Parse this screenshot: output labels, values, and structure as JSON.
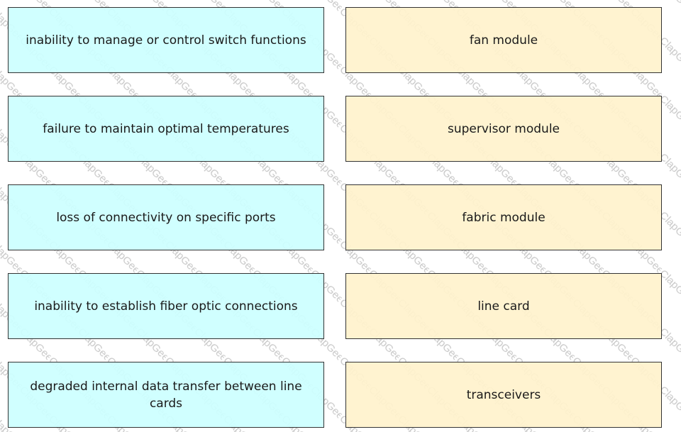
{
  "watermark": {
    "text": "ClapGeek"
  },
  "problems": [
    {
      "label": "inability to manage or control switch functions"
    },
    {
      "label": "failure to maintain optimal temperatures"
    },
    {
      "label": "loss of connectivity on specific ports"
    },
    {
      "label": "inability to establish fiber optic connections"
    },
    {
      "label": "degraded internal data transfer between line cards"
    }
  ],
  "components": [
    {
      "label": "fan module"
    },
    {
      "label": "supervisor module"
    },
    {
      "label": "fabric module"
    },
    {
      "label": "line card"
    },
    {
      "label": "transceivers"
    }
  ],
  "colors": {
    "problem_fill": "#ccffff",
    "component_fill": "#fff2cc",
    "border": "#333333",
    "watermark": "#c8c8c8"
  }
}
